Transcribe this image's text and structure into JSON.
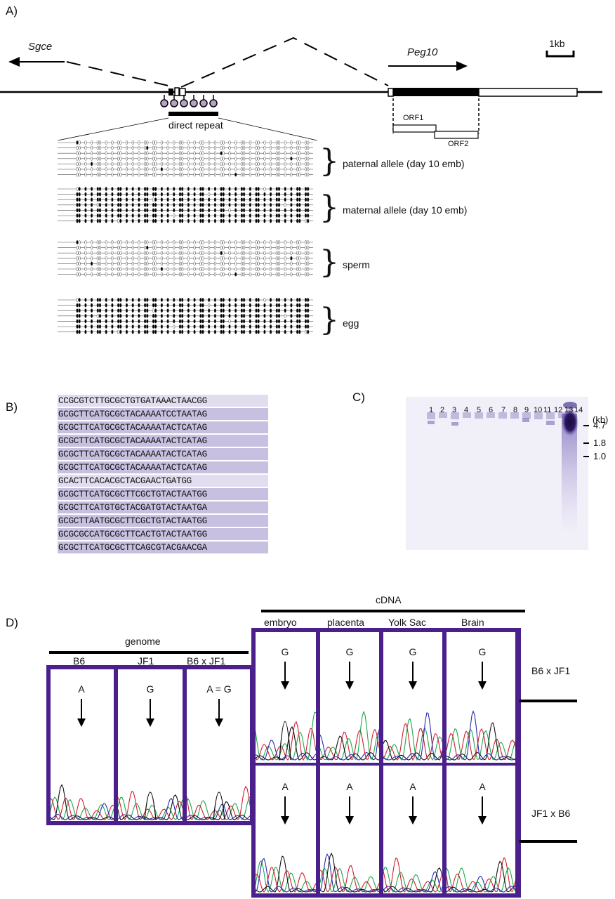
{
  "panelA": {
    "label": "A)",
    "gene_left": "Sgce",
    "gene_right": "Peg10",
    "scale": "1kb",
    "orf1": "ORF1",
    "orf2": "ORF2",
    "direct_repeat": "direct repeat",
    "groups": [
      {
        "label": "paternal allele (day 10 emb)",
        "methylation": "unmethylated"
      },
      {
        "label": "maternal allele (day 10 emb)",
        "methylation": "methylated"
      },
      {
        "label": "sperm",
        "methylation": "unmethylated"
      },
      {
        "label": "egg",
        "methylation": "methylated"
      }
    ]
  },
  "panelB": {
    "label": "B)",
    "sequences": [
      "CCGCGTCTTGCGCTGTGATAAACTAACGG",
      "GCGCTTCATGCGCTACAAAATCCTAATAG",
      "GCGCTTCATGCGCTACAAAATACTCATAG",
      "GCGCTTCATGCGCTACAAAATACTCATAG",
      "GCGCTTCATGCGCTACAAAATACTCATAG",
      "GCGCTTCATGCGCTACAAAATACTCATAG",
      "GCACTTCACACGCTACGAACTGATGG",
      "GCGCTTCATGCGCTTCGCTGTACTAATGG",
      "GCGCTTCATGTGCTACGATGTACTAATGA",
      "GCGCTTAATGCGCTTCGCTGTACTAATGG",
      "GCGCGCCATGCGCTTCACTGTACTAATGG",
      "GCGCTTCATGCGCTTCAGCGTACGAACGA"
    ]
  },
  "panelC": {
    "label": "C)",
    "lanes": [
      "1",
      "2",
      "3",
      "4",
      "5",
      "6",
      "7",
      "8",
      "9",
      "10",
      "11",
      "12",
      "13",
      "14"
    ],
    "unit": "(kb)",
    "markers": [
      "4.7",
      "1.8",
      "1.0"
    ]
  },
  "panelD": {
    "label": "D)",
    "genome_header": "genome",
    "cdna_header": "cDNA",
    "genome_cols": [
      {
        "name": "B6",
        "base": "A"
      },
      {
        "name": "JF1",
        "base": "G"
      },
      {
        "name": "B6 x JF1",
        "base": "A = G"
      }
    ],
    "cdna_cols": [
      "embryo",
      "placenta",
      "Yolk Sac",
      "Brain"
    ],
    "cross_rows": [
      {
        "name": "B6 x JF1",
        "base": "G"
      },
      {
        "name": "JF1 x B6",
        "base": "A"
      }
    ]
  },
  "colors": {
    "frame": "#4b1f8c",
    "highlight": "#c8c0e0",
    "trace_green": "#1aa84a",
    "trace_red": "#d11e2e",
    "trace_black": "#111111",
    "trace_blue": "#2a2ab0"
  }
}
